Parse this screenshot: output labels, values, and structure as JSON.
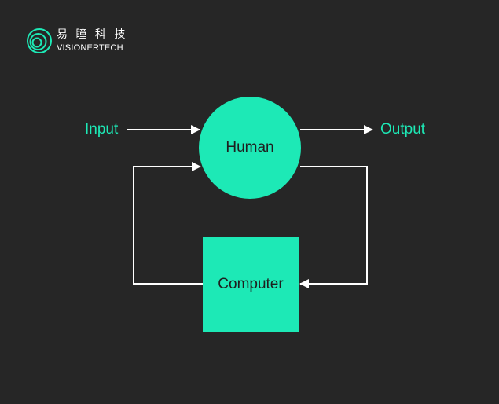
{
  "brand": {
    "name_cn": "易 瞳 科 技",
    "name_en": "VISIONERTECH",
    "logo_icon": "concentric-ring-logo-icon"
  },
  "diagram": {
    "nodes": {
      "human": "Human",
      "computer": "Computer"
    },
    "labels": {
      "input": "Input",
      "output": "Output"
    },
    "edges": [
      {
        "from": "Input",
        "to": "Human"
      },
      {
        "from": "Human",
        "to": "Output"
      },
      {
        "from": "Human",
        "to": "Computer"
      },
      {
        "from": "Computer",
        "to": "Human"
      }
    ]
  },
  "colors": {
    "background": "#262626",
    "accent": "#1de9b6",
    "line": "#ffffff",
    "node_text": "#1f1f1f"
  }
}
